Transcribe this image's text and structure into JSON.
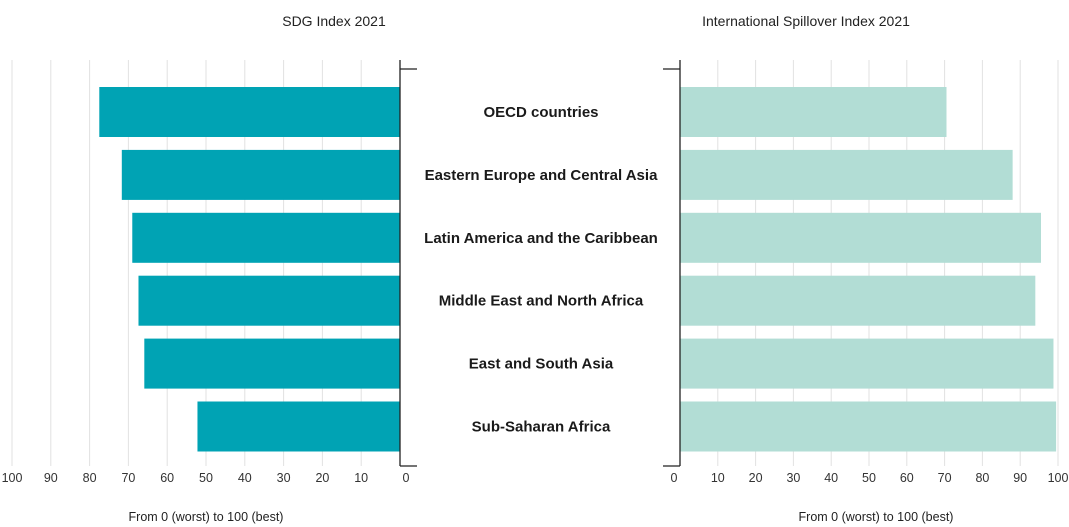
{
  "chart_data": [
    {
      "type": "bar",
      "orientation": "horizontal",
      "direction": "reversed",
      "title": "SDG Index 2021",
      "xlabel": "From 0 (worst) to 100 (best)",
      "xlim": [
        0,
        100
      ],
      "ticks": [
        100,
        90,
        80,
        70,
        60,
        50,
        40,
        30,
        20,
        10,
        0
      ],
      "grid": true,
      "color": "#00a3b4",
      "categories": [
        "OECD countries",
        "Eastern Europe and Central Asia",
        "Latin America and the Caribbean",
        "Middle East and North Africa",
        "East and South Asia",
        "Sub-Saharan Africa"
      ],
      "values": [
        77.5,
        71.7,
        69,
        67.4,
        65.9,
        52.2
      ]
    },
    {
      "type": "bar",
      "orientation": "horizontal",
      "direction": "normal",
      "title": "International Spillover Index 2021",
      "xlabel": "From 0 (worst) to 100 (best)",
      "xlim": [
        0,
        100
      ],
      "ticks": [
        0,
        10,
        20,
        30,
        40,
        50,
        60,
        70,
        80,
        90,
        100
      ],
      "grid": true,
      "color": "#b2ddd5",
      "categories": [
        "OECD countries",
        "Eastern Europe and Central Asia",
        "Latin America and the Caribbean",
        "Middle East and North Africa",
        "East and South Asia",
        "Sub-Saharan Africa"
      ],
      "values": [
        70.5,
        88,
        95.5,
        94,
        98.8,
        99.5
      ]
    }
  ]
}
